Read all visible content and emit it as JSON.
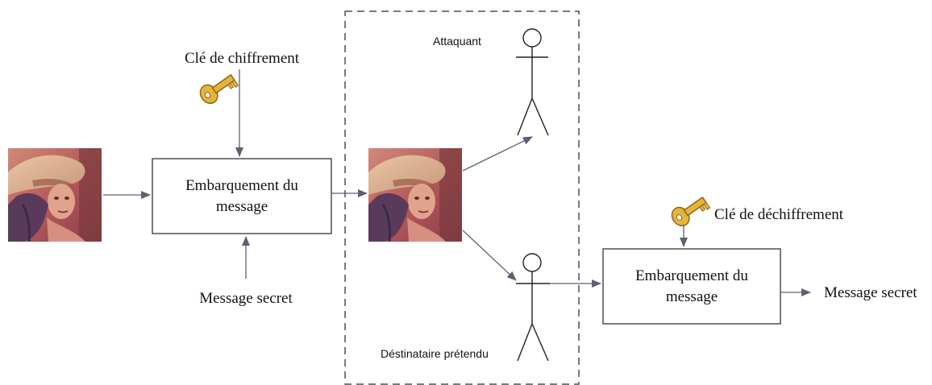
{
  "labels": {
    "encryption_key": "Clé de chiffrement",
    "decryption_key": "Clé de déchiffrement",
    "embed_box_1_line1": "Embarquement du",
    "embed_box_1_line2": "message",
    "embed_box_2_line1": "Embarquement du",
    "embed_box_2_line2": "message",
    "secret_message_input": "Message secret",
    "secret_message_output": "Message secret",
    "attacker": "Attaquant",
    "intended_recipient": "Déstinataire prétendu"
  },
  "icons": {
    "key": "key-icon",
    "actor": "stick-figure-icon",
    "image": "portrait-image"
  },
  "colors": {
    "connector": "#5a6273",
    "box_border": "#333333",
    "key_fill": "#e6b43c",
    "key_stroke": "#8a6a1a",
    "dashed_border": "#4a4f5a"
  }
}
